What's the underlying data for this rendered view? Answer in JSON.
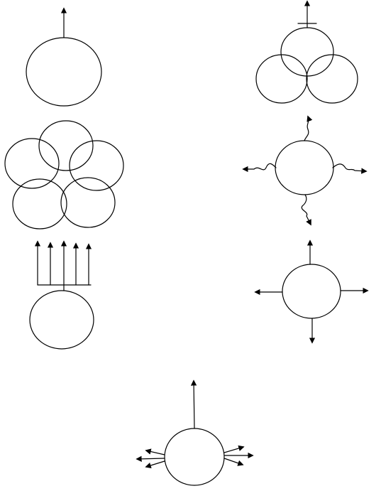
{
  "diagram": {
    "ink_color": "#000000",
    "background": "#ffffff",
    "figures": [
      {
        "id": "single-circle-one-arrow-up",
        "circles": 1,
        "arrows": 1,
        "arrow_directions": [
          "up"
        ]
      },
      {
        "id": "three-overlapping-circles-t-bar-arrow",
        "circles": 3,
        "arrows": 1,
        "arrow_directions": [
          "up"
        ]
      },
      {
        "id": "five-overlapping-circles",
        "circles": 5,
        "arrows": 0,
        "arrow_directions": []
      },
      {
        "id": "circle-four-wavy-arrows",
        "circles": 1,
        "arrows": 4,
        "arrow_directions": [
          "up",
          "left",
          "right",
          "down"
        ]
      },
      {
        "id": "circle-five-parallel-arrows",
        "circles": 1,
        "arrows": 5,
        "arrow_directions": [
          "up",
          "up",
          "up",
          "up",
          "up"
        ]
      },
      {
        "id": "circle-four-straight-arrows",
        "circles": 1,
        "arrows": 4,
        "arrow_directions": [
          "up",
          "left",
          "right",
          "down"
        ]
      },
      {
        "id": "circle-tall-arrow-and-side-arrow-clusters",
        "circles": 1,
        "arrows": 7,
        "arrow_directions": [
          "up",
          "left",
          "left",
          "left",
          "right",
          "right",
          "right"
        ]
      }
    ]
  }
}
